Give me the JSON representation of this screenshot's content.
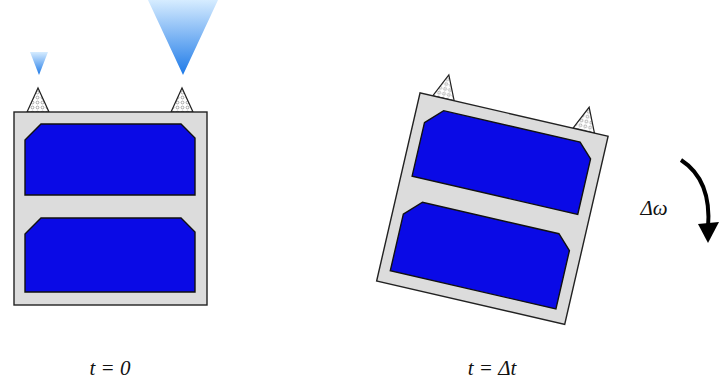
{
  "diagram": {
    "labels": [
      "t = 0",
      "t = Δt",
      "Δω"
    ]
  }
}
